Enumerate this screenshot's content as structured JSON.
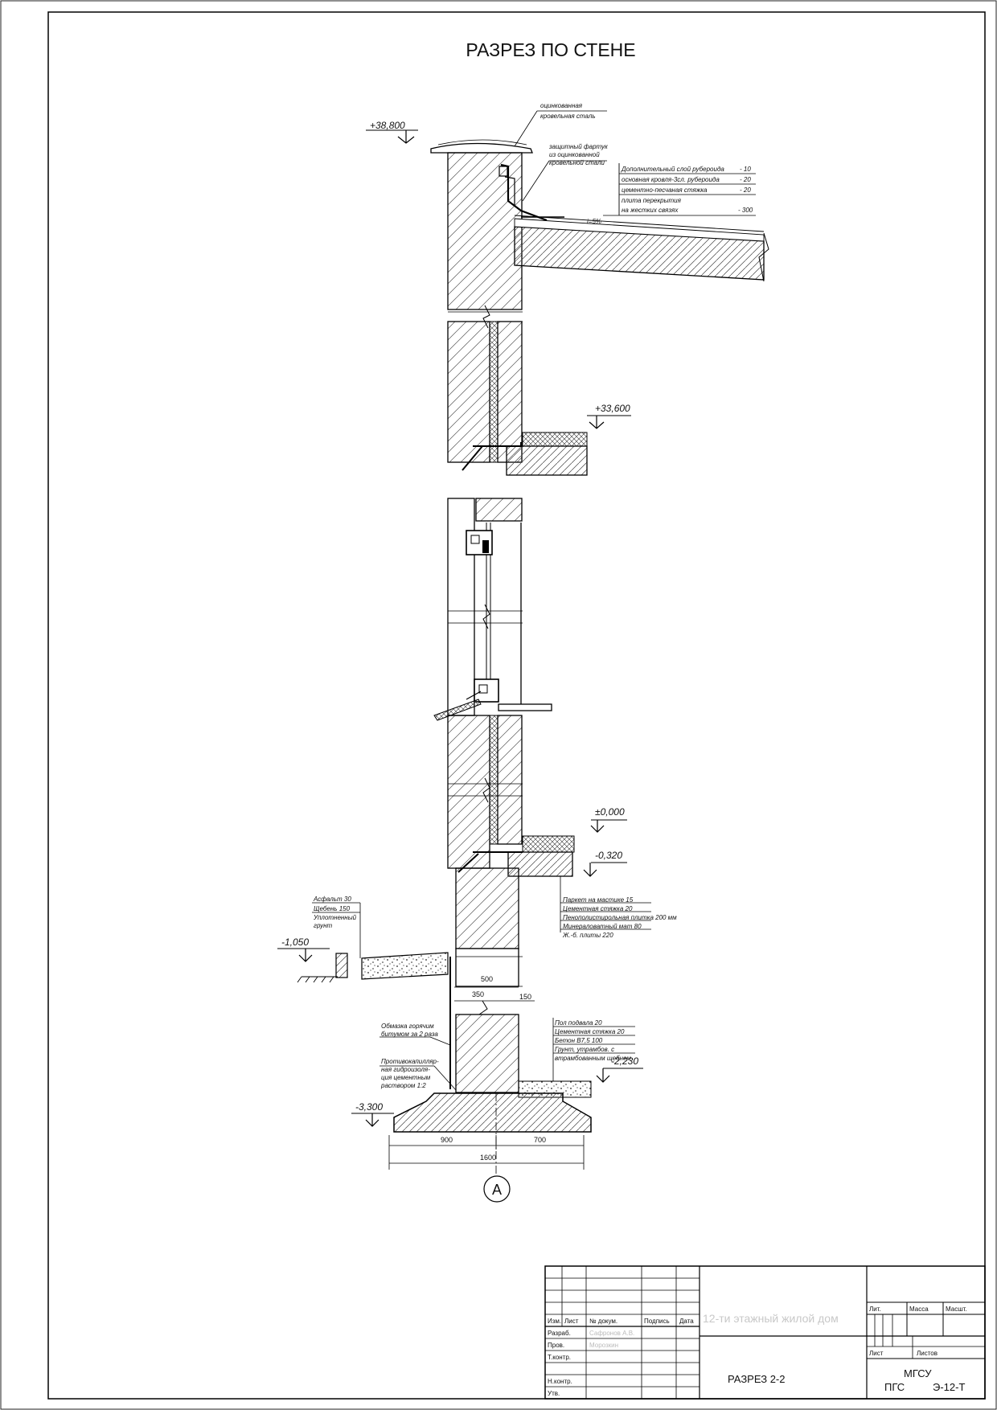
{
  "sheet": {
    "title": "РАЗРЕЗ ПО СТЕНЕ"
  },
  "levels": {
    "roof_top": "+38,800",
    "floor_12": "+33,600",
    "zero": "±0,000",
    "basement_top": "-0,320",
    "ground": "-1,050",
    "basement_floor": "-2,230",
    "footing": "-3,300"
  },
  "notes": {
    "roof_covering_1": "оцинкованная",
    "roof_covering_2": "кровельная сталь",
    "flashing_1": "защитный фартук",
    "flashing_2": "из оцинкованной",
    "flashing_3": "кровельной стали",
    "slope": "i=5%",
    "hydro_1": "Обмазка горячим",
    "hydro_2": "битумом за 2 раза",
    "damp_1": "Противокапилляр-",
    "damp_2": "ная гидроизоля-",
    "damp_3": "ция цементным",
    "damp_4": "раствором 1:2"
  },
  "roof_layers": [
    {
      "label": "Дополнительный слой рубероида",
      "value": "- 10"
    },
    {
      "label": "основная кровля-3сл. рубероида",
      "value": "- 20"
    },
    {
      "label": "цементно-песчаная стяжка",
      "value": "- 20"
    },
    {
      "label": "плита перекрытия",
      "value": ""
    },
    {
      "label": "на жестких связях",
      "value": "- 300"
    }
  ],
  "paving_layers": [
    "Асфальт  30",
    "Щебень  150",
    "Уплотненный",
    "грунт"
  ],
  "floor_layers": [
    "Паркет на мастике  15",
    "Цементная стяжка  20",
    "Пенополистирольная плитка 200 мм",
    "Минераловатный мат  80",
    "Ж.-б. плиты  220"
  ],
  "basement_floor_layers": [
    "Пол подвала  20",
    "Цементная стяжка  20",
    "Бетон В7,5  100",
    "Грунт, утрамбов. с",
    "втрамбованным щебнем"
  ],
  "dimensions": {
    "wall_total": "500",
    "wall_main": "350",
    "wall_insul": "150",
    "footing_left": "900",
    "footing_right": "700",
    "footing_total": "1600"
  },
  "axis": {
    "label": "A"
  },
  "title_block": {
    "col_izm": "Изм.",
    "col_list": "Лист",
    "col_doc": "№ докум.",
    "col_sign": "Подпись",
    "col_date": "Дата",
    "row_dev": "Разраб.",
    "row_check": "Пров.",
    "row_tcontr": "Т.контр.",
    "row_ncontr": "Н.контр.",
    "row_approved": "Утв.",
    "dev_name": "Сафронов А.В.",
    "check_name": "Морозкин",
    "project": "12-ти этажный жилой дом",
    "lit": "Лит.",
    "mass": "Масса",
    "scale": "Масшт.",
    "sheet": "Лист",
    "sheets": "Листов",
    "drawing": "РАЗРЕЗ 2-2",
    "org": "МГСУ",
    "group": "ПГС",
    "code": "Э-12-Т"
  }
}
